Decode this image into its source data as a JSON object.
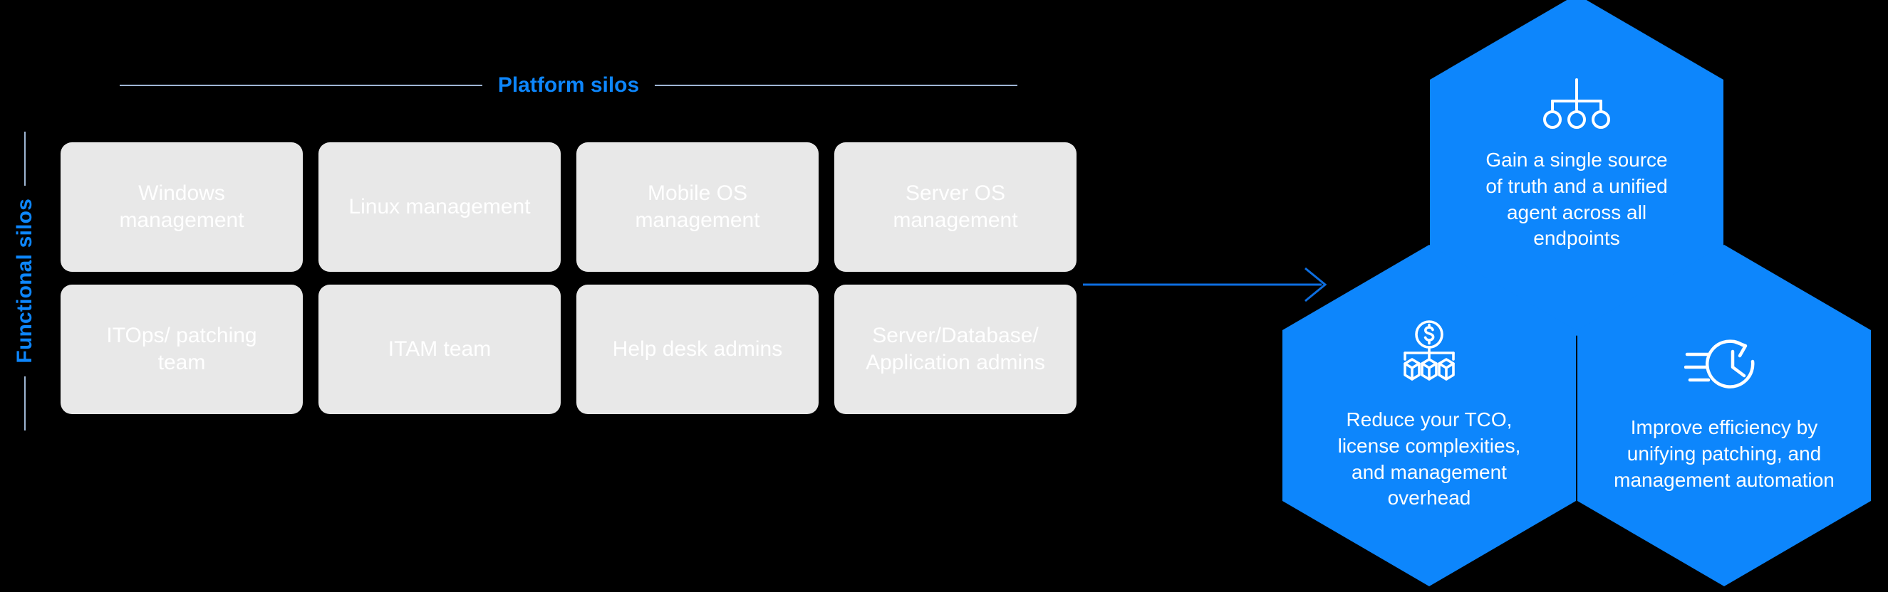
{
  "axes": {
    "vertical_label": "Functional silos",
    "horizontal_label": "Platform silos",
    "accent_color": "#0d86fc",
    "rule_color": "#9fb6d4"
  },
  "silos": {
    "card_bg": "#e8e8e8",
    "card_text_color": "#ffffff",
    "cards": [
      {
        "label": "Windows\nmanagement",
        "name": "silo-card-windows-management"
      },
      {
        "label": "Linux management",
        "name": "silo-card-linux-management"
      },
      {
        "label": "Mobile OS\nmanagement",
        "name": "silo-card-mobile-os-management"
      },
      {
        "label": "Server OS\nmanagement",
        "name": "silo-card-server-os-management"
      },
      {
        "label": "ITOps/ patching\nteam",
        "name": "silo-card-itops-patching-team"
      },
      {
        "label": "ITAM team",
        "name": "silo-card-itam-team"
      },
      {
        "label": "Help desk admins",
        "name": "silo-card-help-desk-admins"
      },
      {
        "label": "Server/Database/\nApplication admins",
        "name": "silo-card-server-database-application-admins"
      }
    ]
  },
  "arrow": {
    "direction": "right",
    "color": "#0d6ee0"
  },
  "benefits": {
    "hex_color": "#0d86fc",
    "text_color": "#ffffff",
    "items": [
      {
        "icon": "hierarchy-icon",
        "text": "Gain a single source\nof truth and a unified\nagent across all\nendpoints"
      },
      {
        "icon": "cost-distribution-icon",
        "text": "Reduce your TCO,\nlicense complexities,\nand management\noverhead"
      },
      {
        "icon": "speed-clock-icon",
        "text": "Improve efficiency by\nunifying patching, and\nmanagement automation"
      }
    ]
  }
}
